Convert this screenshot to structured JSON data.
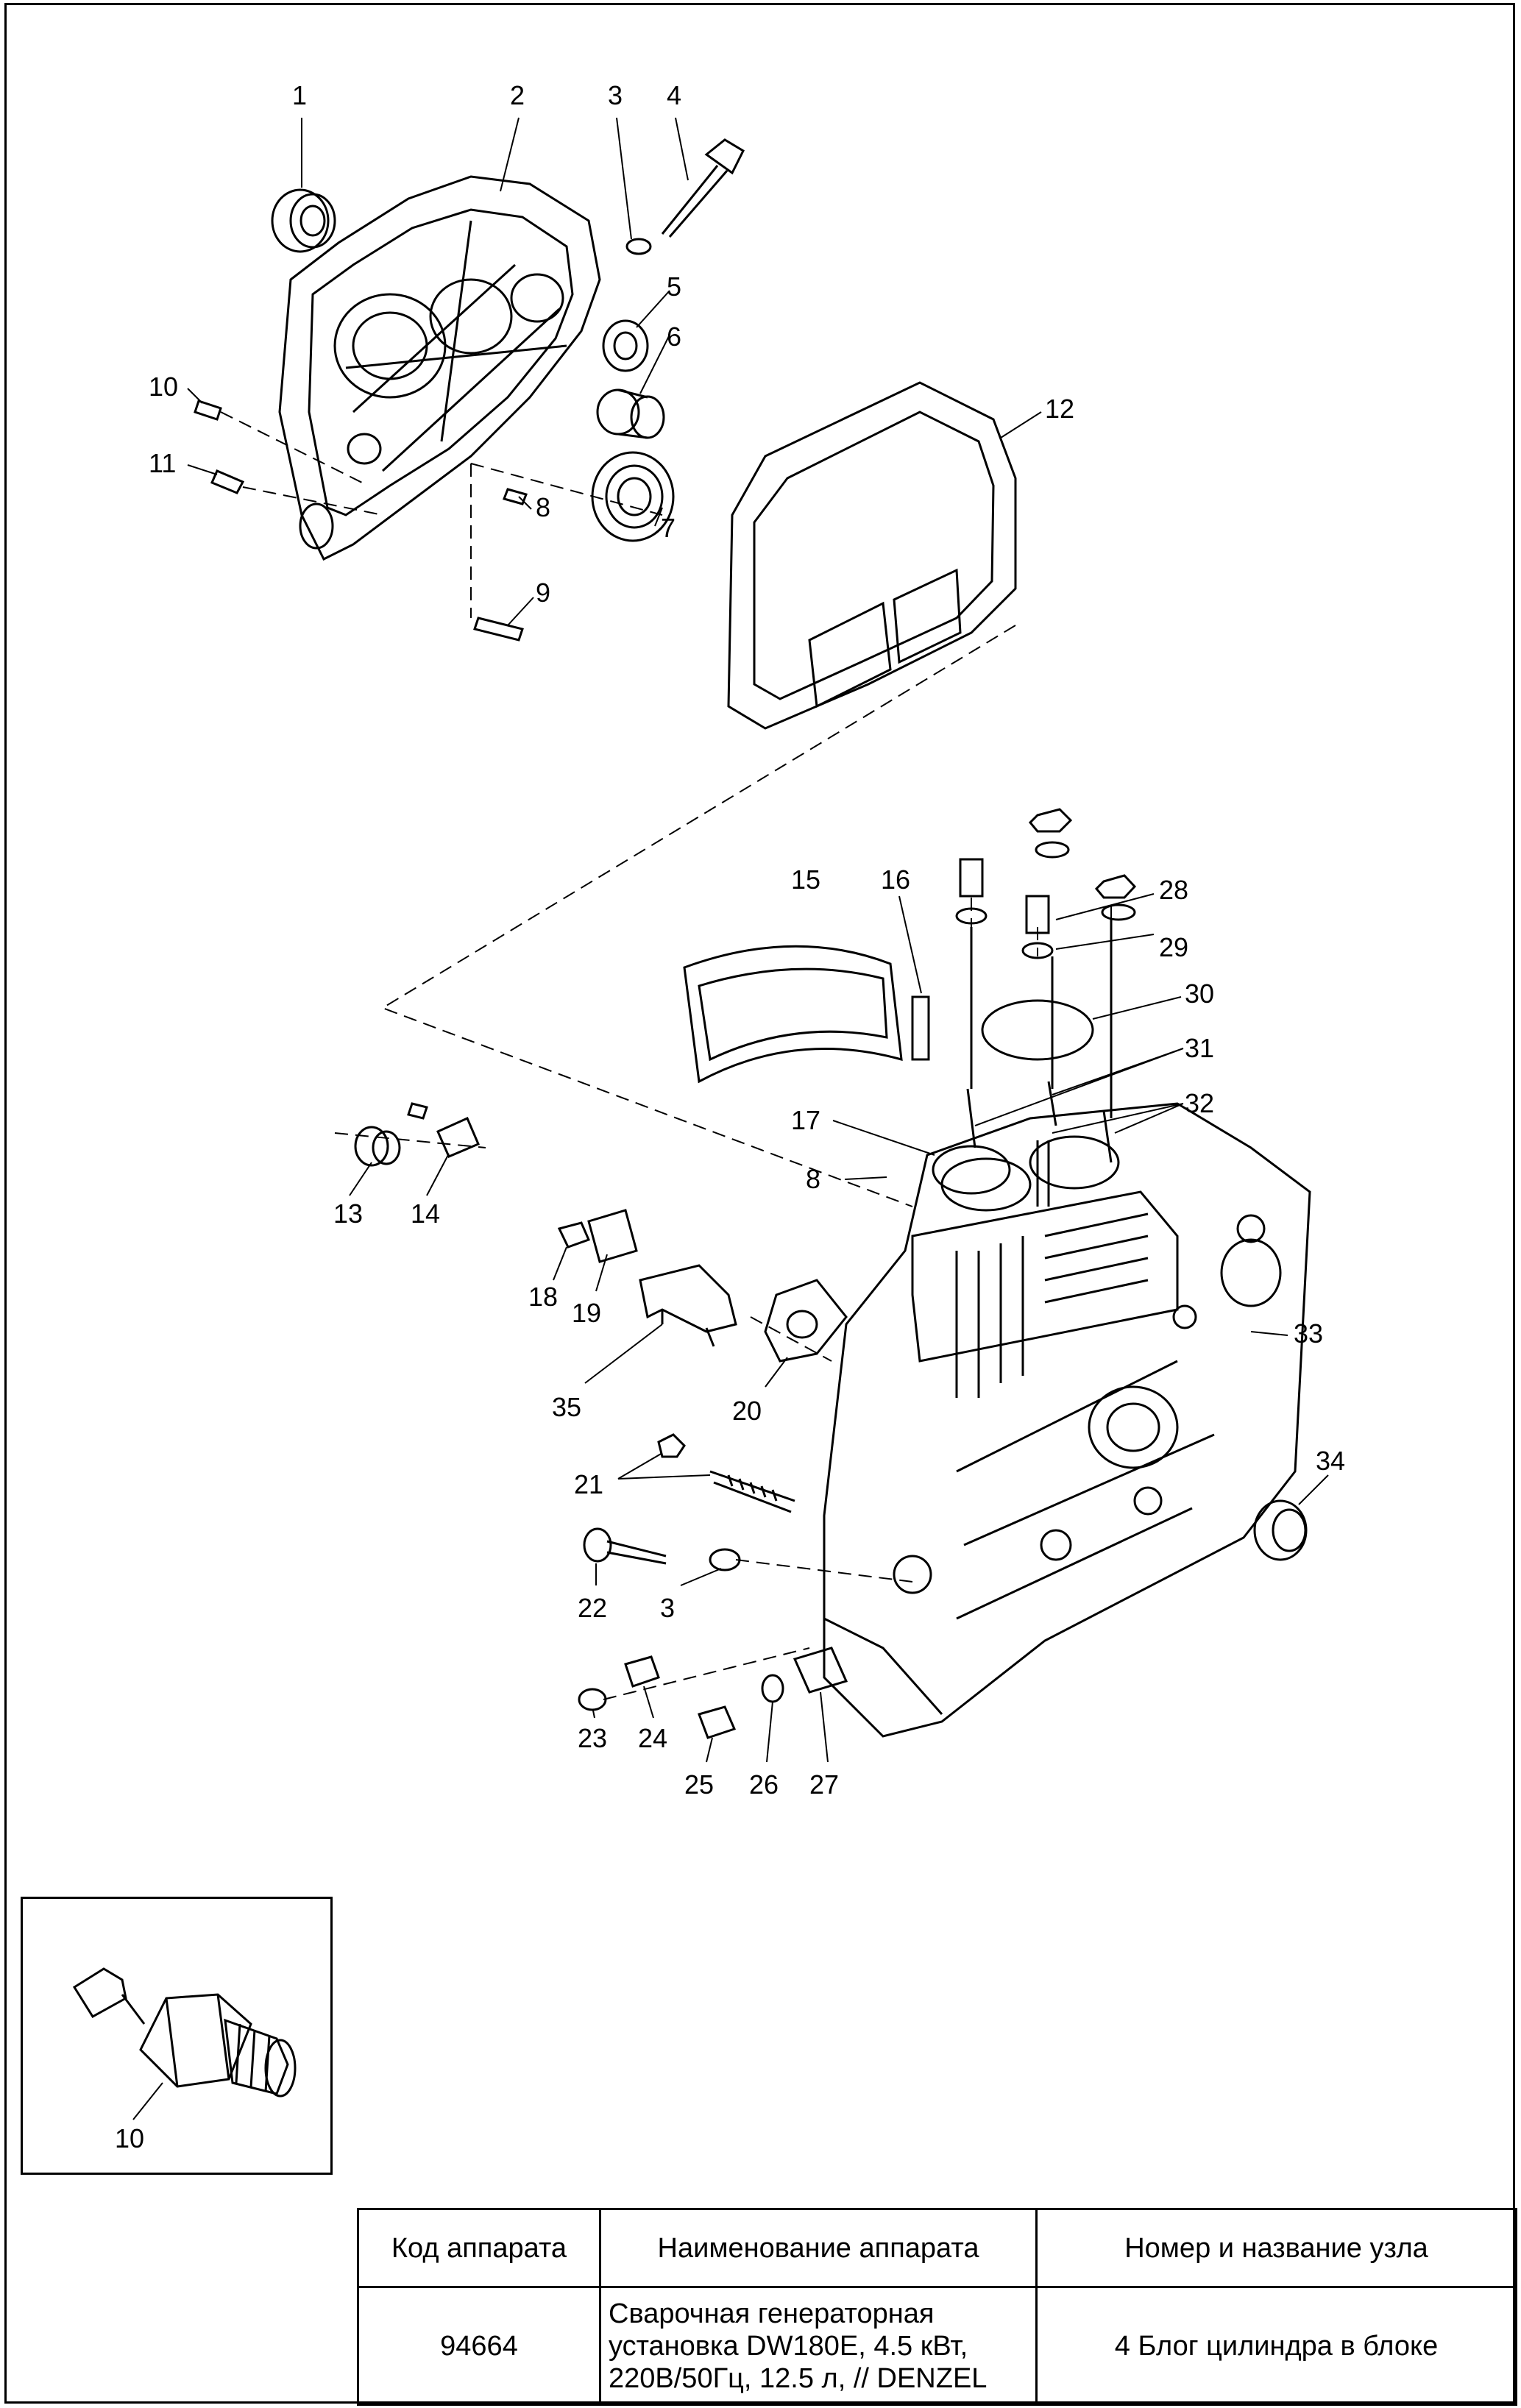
{
  "diagram": {
    "callouts": [
      "1",
      "2",
      "3",
      "4",
      "5",
      "6",
      "7",
      "8",
      "9",
      "10",
      "11",
      "12",
      "15",
      "16",
      "28",
      "29",
      "30",
      "31",
      "32",
      "17",
      "8",
      "13",
      "14",
      "18",
      "19",
      "35",
      "20",
      "33",
      "21",
      "34",
      "22",
      "3",
      "23",
      "24",
      "25",
      "26",
      "27"
    ],
    "inset_callout": "10"
  },
  "title_block": {
    "headers": {
      "code": "Код аппарата",
      "name": "Наименование аппарата",
      "unit": "Номер и название узла"
    },
    "values": {
      "code": "94664",
      "name": "Сварочная генераторная установка DW180E, 4.5 кВт, 220В/50Гц, 12.5 л, // DENZEL",
      "unit": "4 Блог цилиндра в блоке"
    }
  }
}
